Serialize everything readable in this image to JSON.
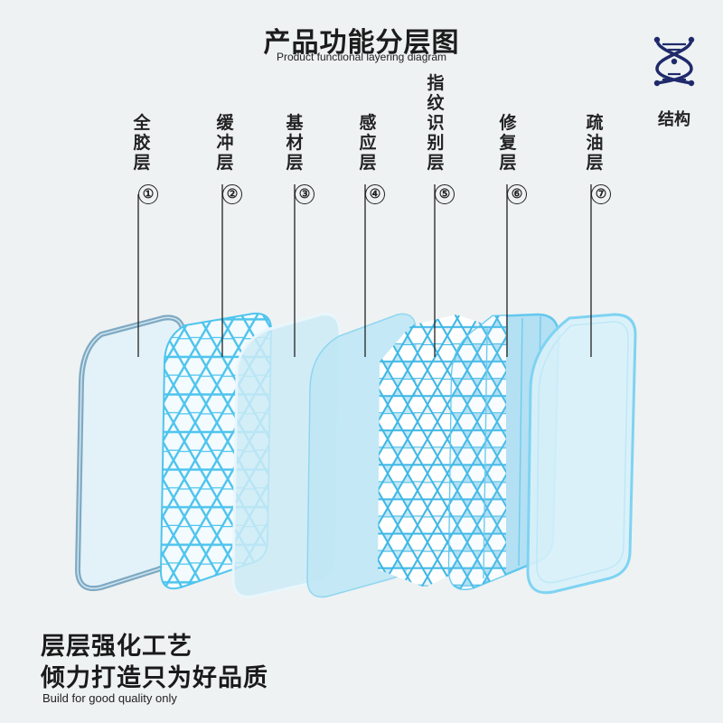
{
  "header": {
    "title": "产品功能分层图",
    "subtitle": "Product functional layering diagram"
  },
  "badge": {
    "label": "结构",
    "icon": "dna-helix-icon"
  },
  "layers": [
    {
      "num": "①",
      "label": "全胶层"
    },
    {
      "num": "②",
      "label": "缓冲层"
    },
    {
      "num": "③",
      "label": "基材层"
    },
    {
      "num": "④",
      "label": "感应层"
    },
    {
      "num": "⑤",
      "label": "指纹识别层"
    },
    {
      "num": "⑥",
      "label": "修复层"
    },
    {
      "num": "⑦",
      "label": "疏油层"
    }
  ],
  "tagline": {
    "line1": "层层强化工艺",
    "line2": "倾力打造只为好品质",
    "english": "Build for good quality only"
  },
  "colors": {
    "accent": "#4ec4ee",
    "frame": "#7fa9c3",
    "panel": "#bfe7f5",
    "icon": "#1f2a6b"
  }
}
